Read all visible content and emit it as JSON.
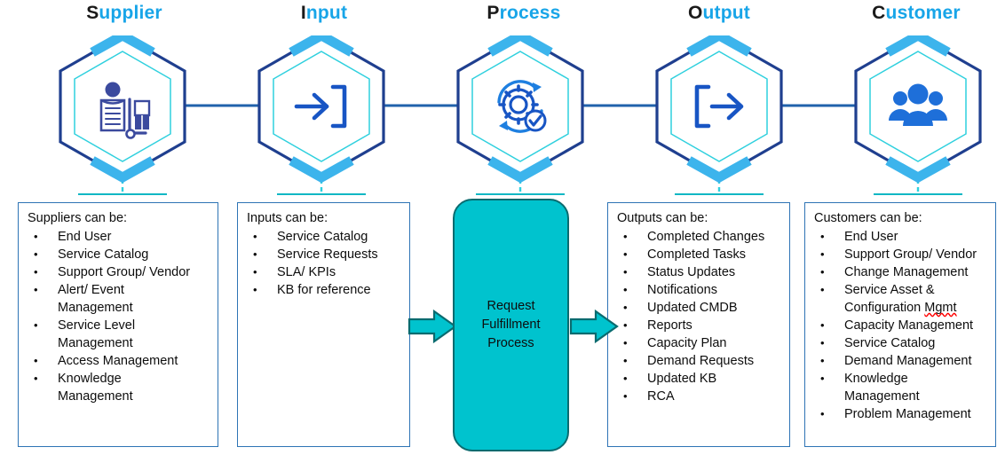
{
  "diagram": {
    "type": "SIPOC",
    "columns": [
      {
        "initial": "S",
        "rest": "upplier",
        "icon": "supplier-worker-icon"
      },
      {
        "initial": "I",
        "rest": "nput",
        "icon": "arrow-into-bracket-icon"
      },
      {
        "initial": "P",
        "rest": "rocess",
        "icon": "gear-cycle-check-icon"
      },
      {
        "initial": "O",
        "rest": "utput",
        "icon": "bracket-arrow-out-icon"
      },
      {
        "initial": "C",
        "rest": "ustomer",
        "icon": "people-group-icon"
      }
    ],
    "colors": {
      "header_accent": "#18a5e8",
      "header_initial": "#1a1a1a",
      "hex_outline": "#1f3f8f",
      "hex_cap": "#3cb4ec",
      "hex_inner": "#2fd0de",
      "connector": "#2062ab",
      "panel_border": "#2e74b5",
      "process_fill": "#00c3ce",
      "process_border": "#0a6b6f",
      "spellcheck": "#ff0000"
    }
  },
  "panels": {
    "supplier": {
      "title": "Suppliers can be:",
      "items": [
        "End User",
        "Service Catalog",
        "Support Group/ Vendor",
        "Alert/ Event Management",
        "Service Level Management",
        "Access Management",
        "Knowledge Management"
      ]
    },
    "input": {
      "title": "Inputs can be:",
      "items": [
        "Service Catalog",
        "Service Requests",
        "SLA/ KPIs",
        "KB for reference"
      ]
    },
    "output": {
      "title": "Outputs can be:",
      "items": [
        "Completed Changes",
        "Completed Tasks",
        "Status Updates",
        "Notifications",
        "Updated CMDB",
        "Reports",
        "Capacity Plan",
        "Demand Requests",
        "Updated KB",
        "RCA"
      ]
    },
    "customer": {
      "title": "Customers can be:",
      "items": [
        "End User",
        "Support Group/ Vendor",
        "Change Management",
        "Service Asset & Configuration Mgmt",
        "Capacity Management",
        "Service Catalog",
        "Demand Management",
        "Knowledge Management",
        "Problem Management"
      ]
    }
  },
  "process": {
    "label": "Request\nFulfillment\nProcess",
    "arrow_in": "arrow-right-into-process",
    "arrow_out": "arrow-right-out-of-process"
  },
  "wrapped": {
    "supplier_alert_1": "Alert/ Event",
    "supplier_alert_2": "Management",
    "supplier_sl_1": "Service Level",
    "supplier_sl_2": "Management",
    "supplier_know_1": "Knowledge",
    "supplier_know_2": "Management",
    "customer_asset_1": "Service Asset &",
    "customer_asset_2a": "Configuration ",
    "customer_asset_2b": "Mgmt",
    "customer_know_1": "Knowledge",
    "customer_know_2": "Management"
  }
}
